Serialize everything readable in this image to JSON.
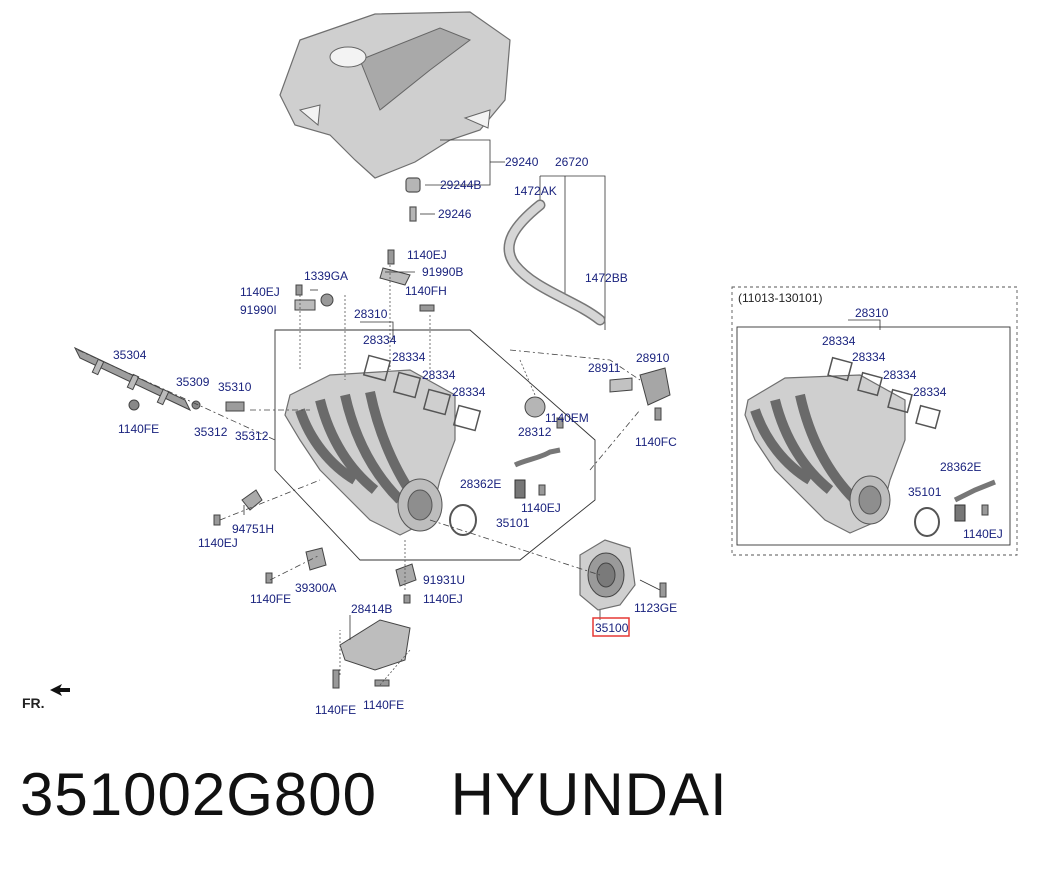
{
  "diagram": {
    "labels": [
      {
        "text": "29240"
      },
      {
        "text": "26720"
      },
      {
        "text": "29244B"
      },
      {
        "text": "1472AK"
      },
      {
        "text": "29246"
      },
      {
        "text": "1472BB"
      },
      {
        "text": "1140EJ"
      },
      {
        "text": "91990B"
      },
      {
        "text": "1339GA"
      },
      {
        "text": "1140EJ"
      },
      {
        "text": "1140FH"
      },
      {
        "text": "91990I"
      },
      {
        "text": "28310"
      },
      {
        "text": "28334"
      },
      {
        "text": "28334"
      },
      {
        "text": "28334"
      },
      {
        "text": "28334"
      },
      {
        "text": "35304"
      },
      {
        "text": "35309"
      },
      {
        "text": "35310"
      },
      {
        "text": "1140FE"
      },
      {
        "text": "35312"
      },
      {
        "text": "35312"
      },
      {
        "text": "28312"
      },
      {
        "text": "1140EM"
      },
      {
        "text": "28911"
      },
      {
        "text": "28910"
      },
      {
        "text": "1140FC"
      },
      {
        "text": "28362E"
      },
      {
        "text": "1140EJ"
      },
      {
        "text": "35101"
      },
      {
        "text": "94751H"
      },
      {
        "text": "1140EJ"
      },
      {
        "text": "39300A"
      },
      {
        "text": "1140FE"
      },
      {
        "text": "91931U"
      },
      {
        "text": "1140EJ"
      },
      {
        "text": "28414B"
      },
      {
        "text": "1123GE"
      },
      {
        "text": "35100"
      },
      {
        "text": "1140FE"
      },
      {
        "text": "1140FE"
      },
      {
        "text": "(11013-130101)"
      },
      {
        "text": "28310"
      },
      {
        "text": "28334"
      },
      {
        "text": "28334"
      },
      {
        "text": "28334"
      },
      {
        "text": "28334"
      },
      {
        "text": "28362E"
      },
      {
        "text": "35101"
      },
      {
        "text": "1140EJ"
      }
    ],
    "front_marker": "FR.",
    "highlight_color": "#e53935",
    "label_color": "#1a237e"
  },
  "footer": {
    "part_number": "351002G800",
    "brand": "HYUNDAI"
  }
}
